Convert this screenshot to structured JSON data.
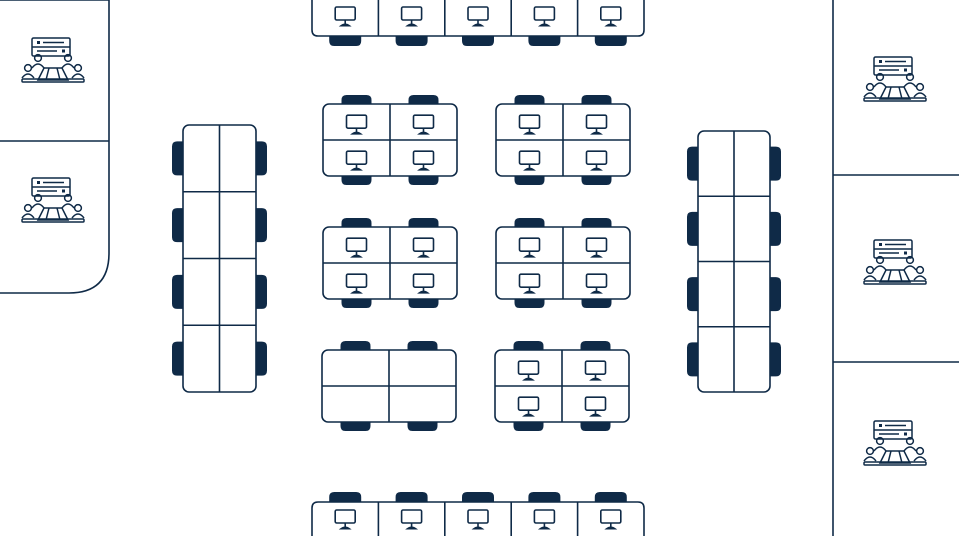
{
  "colors": {
    "ink": "#0f2a47",
    "background": "#ffffff"
  },
  "rooms": {
    "left": [
      {
        "icon": "meeting-room-icon"
      },
      {
        "icon": "meeting-room-icon"
      }
    ],
    "right": [
      {
        "icon": "meeting-room-icon"
      },
      {
        "icon": "meeting-room-icon"
      },
      {
        "icon": "meeting-room-icon"
      }
    ]
  },
  "desks": {
    "top_row": {
      "seats": 5,
      "monitors": 5
    },
    "bottom_row": {
      "seats": 5,
      "monitors": 5
    },
    "center_pods": [
      {
        "seats": 4,
        "monitors": 4
      },
      {
        "seats": 4,
        "monitors": 4
      },
      {
        "seats": 4,
        "monitors": 4
      },
      {
        "seats": 4,
        "monitors": 4
      },
      {
        "seats": 4,
        "monitors": 0
      },
      {
        "seats": 4,
        "monitors": 4
      }
    ],
    "left_bench": {
      "seats": 8,
      "monitors": 0
    },
    "right_bench": {
      "seats": 8,
      "monitors": 0
    }
  }
}
